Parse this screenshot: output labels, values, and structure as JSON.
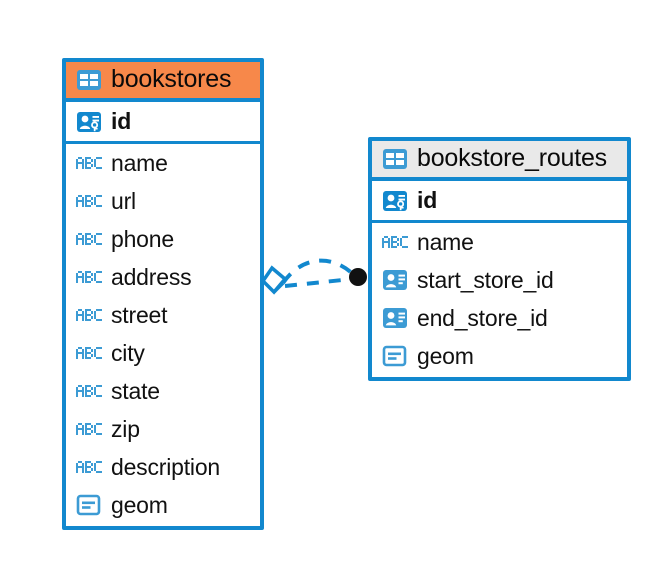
{
  "diagram": {
    "type": "entity-relationship-diagram",
    "background": "#ffffff",
    "accent_blue": "#1288CE",
    "icon_blue": "#3C9BD4",
    "header_orange": "#F7884A",
    "header_grey": "#E9E9E9",
    "relationship_endpoint_color": "#111111"
  },
  "tables": [
    {
      "name": "bookstores",
      "header_icon": "table-icon",
      "header_style": "accent-orange",
      "fields": [
        {
          "label": "id",
          "icon": "primary-key-icon",
          "key": "primary"
        },
        {
          "label": "name",
          "icon": "text-abc-icon",
          "key": "none"
        },
        {
          "label": "url",
          "icon": "text-abc-icon",
          "key": "none"
        },
        {
          "label": "phone",
          "icon": "text-abc-icon",
          "key": "none"
        },
        {
          "label": "address",
          "icon": "text-abc-icon",
          "key": "none"
        },
        {
          "label": "street",
          "icon": "text-abc-icon",
          "key": "none"
        },
        {
          "label": "city",
          "icon": "text-abc-icon",
          "key": "none"
        },
        {
          "label": "state",
          "icon": "text-abc-icon",
          "key": "none"
        },
        {
          "label": "zip",
          "icon": "text-abc-icon",
          "key": "none"
        },
        {
          "label": "description",
          "icon": "text-abc-icon",
          "key": "none"
        },
        {
          "label": "geom",
          "icon": "geometry-icon",
          "key": "none"
        }
      ]
    },
    {
      "name": "bookstore_routes",
      "header_icon": "table-icon",
      "header_style": "accent-grey",
      "fields": [
        {
          "label": "id",
          "icon": "primary-key-icon",
          "key": "primary"
        },
        {
          "label": "name",
          "icon": "text-abc-icon",
          "key": "none"
        },
        {
          "label": "start_store_id",
          "icon": "foreign-key-icon",
          "key": "foreign"
        },
        {
          "label": "end_store_id",
          "icon": "foreign-key-icon",
          "key": "foreign"
        },
        {
          "label": "geom",
          "icon": "geometry-icon",
          "key": "none"
        }
      ]
    }
  ],
  "relationship": {
    "style": "dashed",
    "color": "#1288CE",
    "source_marker": "diamond-marker",
    "target_marker": "filled-circle-marker",
    "cardinality": "many-to-one"
  }
}
